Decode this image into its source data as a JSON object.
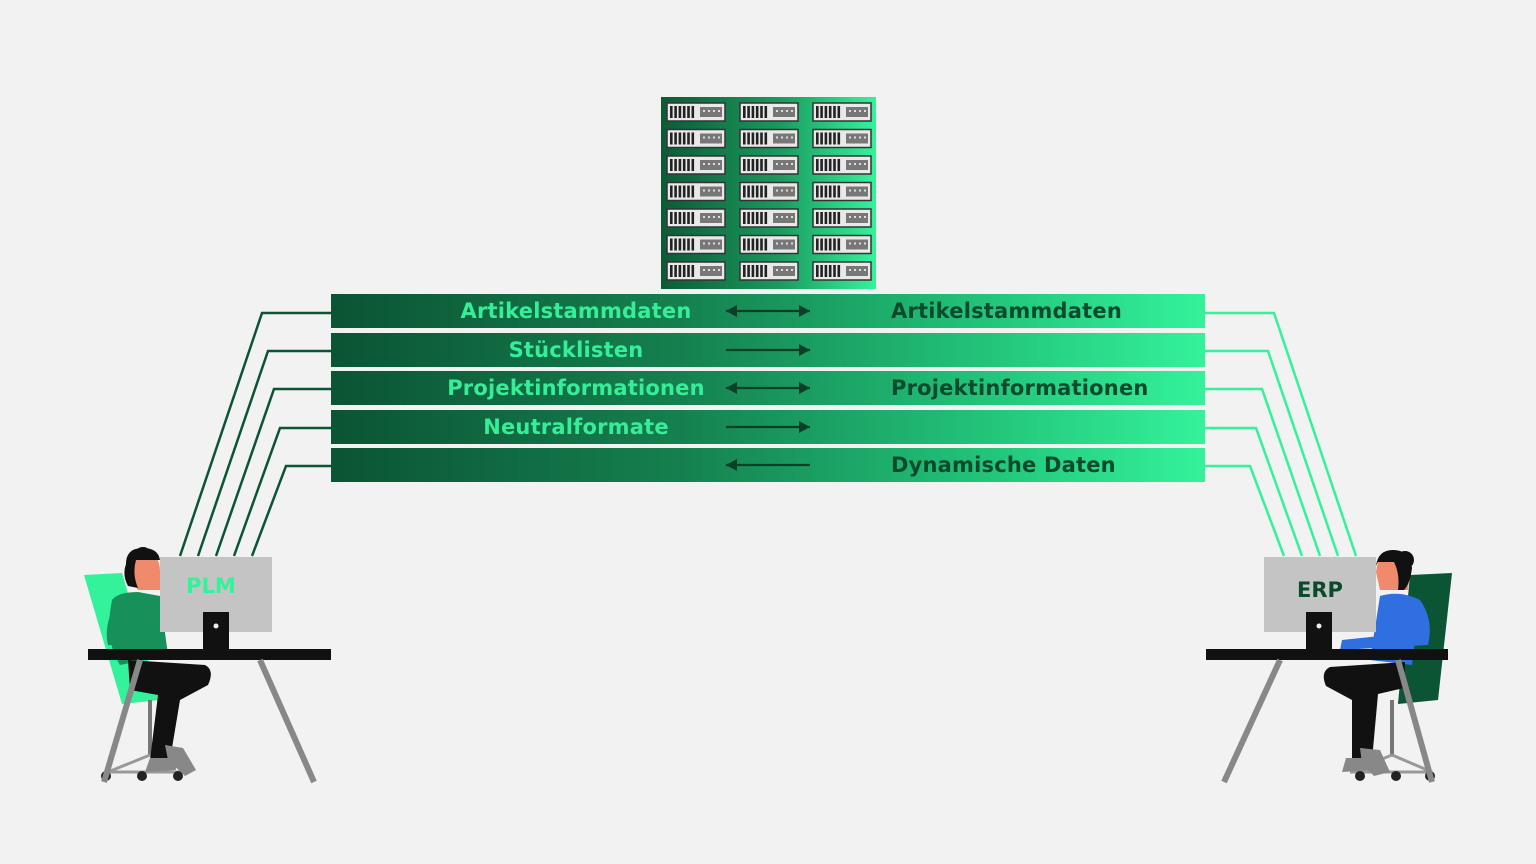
{
  "diagram": {
    "rows": [
      {
        "left_label": "Artikelstammdaten",
        "right_label": "Artikelstammdaten",
        "direction": "both"
      },
      {
        "left_label": "Stücklisten",
        "right_label": "",
        "direction": "right"
      },
      {
        "left_label": "Projektinformationen",
        "right_label": "Projektinformationen",
        "direction": "both"
      },
      {
        "left_label": "Neutralformate",
        "right_label": "",
        "direction": "right"
      },
      {
        "left_label": "",
        "right_label": "Dynamische Daten",
        "direction": "left"
      }
    ],
    "left_system": {
      "label": "PLM"
    },
    "right_system": {
      "label": "ERP"
    }
  },
  "colors": {
    "background": "#f2f2f2",
    "dark_green": "#0b5434",
    "mid_green": "#17905a",
    "bright_green": "#34f29a",
    "monitor_grey": "#c4c4c4",
    "blue_shirt": "#2f6fe0",
    "skin": "#f08a6c"
  }
}
